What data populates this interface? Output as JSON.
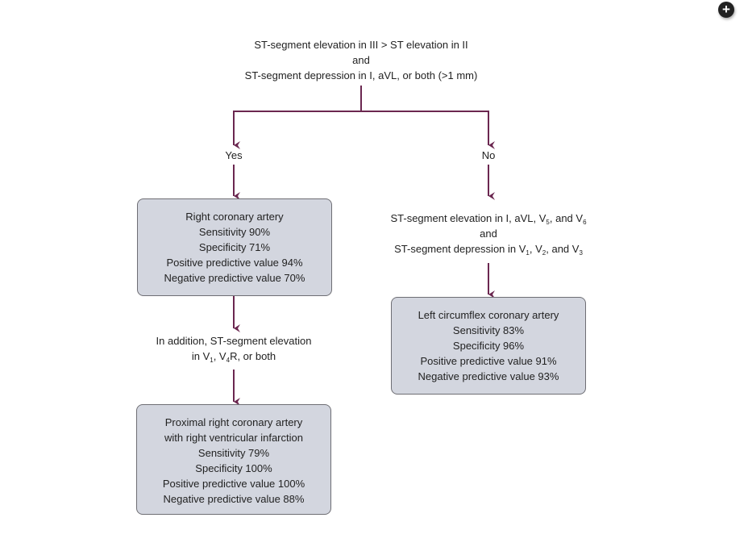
{
  "root": {
    "line1": "ST-segment elevation in III > ST elevation in II",
    "line2": "and",
    "line3": "ST-segment depression in I, aVL, or both (>1 mm)"
  },
  "branches": {
    "yes": "Yes",
    "no": "No"
  },
  "rca_box": {
    "title": "Right coronary artery",
    "sensitivity": "Sensitivity 90%",
    "specificity": "Specificity 71%",
    "ppv": "Positive predictive value 94%",
    "npv": "Negative predictive value 70%"
  },
  "addition": {
    "line1": "In addition, ST-segment elevation",
    "line2_a": "in V",
    "line2_sub1": "1",
    "line2_b": ", V",
    "line2_sub2": "4",
    "line2_c": "R, or both"
  },
  "proximal_box": {
    "title1": "Proximal right coronary artery",
    "title2": "with right ventricular infarction",
    "sensitivity": "Sensitivity 79%",
    "specificity": "Specificity 100%",
    "ppv": "Positive predictive value 100%",
    "npv": "Negative predictive value 88%"
  },
  "no_criteria": {
    "line1_a": "ST-segment elevation in I, aVL, V",
    "line1_sub1": "5",
    "line1_b": ", and V",
    "line1_sub2": "6",
    "line2": "and",
    "line3_a": "ST-segment depression in V",
    "line3_sub1": "1",
    "line3_b": ", V",
    "line3_sub2": "2",
    "line3_c": ", and V",
    "line3_sub3": "3"
  },
  "lcx_box": {
    "title": "Left circumflex coronary artery",
    "sensitivity": "Sensitivity 83%",
    "specificity": "Specificity 96%",
    "ppv": "Positive predictive value 91%",
    "npv": "Negative predictive value 93%"
  },
  "colors": {
    "arrow": "#6b2750",
    "box_fill": "#d3d6df"
  },
  "zoom_icon": "plus-circle-icon"
}
